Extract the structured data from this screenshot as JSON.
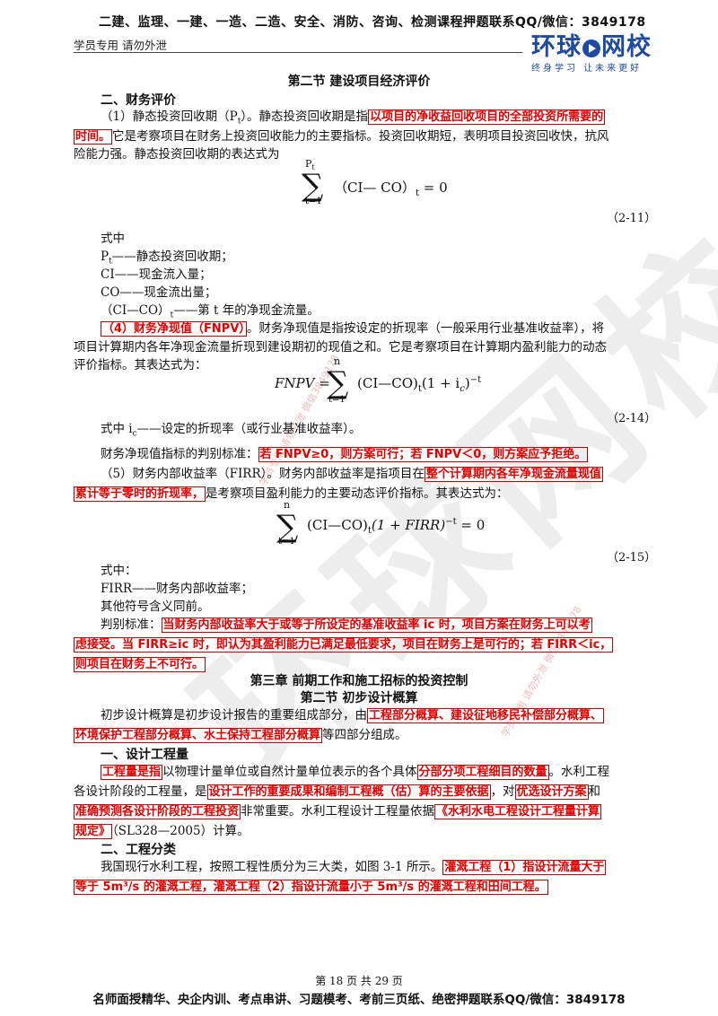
{
  "header": {
    "top_line": "二建、监理、一建、一造、二造、安全、消防、咨询、检测课程押题联系QQ/微信：3849178",
    "sub_line": "学员专用 请勿外泄",
    "logo_name_a": "环球",
    "logo_name_b": "网校",
    "logo_tag": "终身学习 让未来更好"
  },
  "watermark": {
    "big": "环球网校",
    "small1": "学员专用 请勿外泄 微信3849178",
    "small2": "学员专用 请勿外泄 微信3849178"
  },
  "sec_title": "第二节 建设项目经济评价",
  "h_finance": "二、财务评价",
  "p1": {
    "a": "（1）静态投资回收期（P",
    "sub": "t",
    "b": "）。静态投资回收期是指",
    "hl1": "以项目的净收益回收项目的全部投资所需要的",
    "hl2": "时间。",
    "c": "它是考察项目在财务上投资回收能力的主要指标。投资回收期短，表明项目投资回收快，抗风",
    "d": "险能力强。静态投资回收期的表达式为"
  },
  "f1": {
    "upper": "P",
    "upper_sub": "t",
    "lower": "t=1",
    "body": "（CI— CO）",
    "sub": "t",
    "rhs": "= 0",
    "no": "（2-11）"
  },
  "where1": {
    "title": "式中",
    "l1a": "P",
    "l1sub": "t",
    "l1b": "——静态投资回收期；",
    "l2": "CI——现金流入量；",
    "l3": "CO——现金流出量；",
    "l4a": "（CI—CO）",
    "l4sub": "t",
    "l4b": "——第 t 年的净现金流量。"
  },
  "p4": {
    "hl": "（4）财务净现值（FNPV）",
    "a": "。财务净现值是指按设定的折现率（一般采用行业基准收益率），将",
    "b": "项目计算期内各年净现金流量折现到建设期初的现值之和。它是考察项目在计算期内盈利能力的动态",
    "c": "评价指标。其表达式为："
  },
  "f2": {
    "lhs": "FNPV =",
    "upper": "n",
    "lower": "t=1",
    "body": "(CI—CO)",
    "sub": "t",
    "rest": "(1 + i",
    "rest_sub": "c",
    "tail": ")",
    "exp": "−t",
    "no": "（2-14）"
  },
  "where2": {
    "a": "式中 i",
    "sub": "c",
    "b": "——设定的折现率（或行业基准收益率）。"
  },
  "judge1": {
    "a": "财务净现值指标的判别标准：",
    "hl": "若 FNPV≥0，则方案可行；若 FNPV＜0，则方案应予拒绝。"
  },
  "p5": {
    "a": "（5）财务内部收益率（FIRR）。财务内部收益率是指项目在",
    "hl1": "整个计算期内各年净现金流量现值",
    "hl2": "累计等于零时的折现率，",
    "b": "是考察项目盈利能力的主要动态评价指标。其表达式为："
  },
  "f3": {
    "upper": "n",
    "lower": "t=1",
    "body": "(CI—CO)",
    "sub": "t",
    "rest": "(1 + FIRR)",
    "exp": "−t",
    "rhs": "= 0",
    "no": "（2-15）"
  },
  "where3": {
    "title": "式中：",
    "l1": "FIRR——财务内部收益率；",
    "l2": "其他符号含义同前。"
  },
  "judge2": {
    "a": "判别标准：",
    "hl1": "当财务内部收益率大于或等于所设定的基准收益率 ic 时，项目方案在财务上可以考",
    "hl2": "虑接受。当 FIRR≥ic 时，即认为其盈利能力已满足最低要求，项目在财务上是可行的；若 FIRR＜ic，",
    "hl3": "则项目在财务上不可行。"
  },
  "ch3_title": "第三章 前期工作和施工招标的投资控制",
  "ch3_sec": "第二节 初步设计概算",
  "p_est": {
    "a": "初步设计概算是初步设计报告的重要组成部分，由",
    "hl1": "工程部分概算、建设征地移民补偿部分概算、",
    "hl2": "环境保护工程部分概算、水土保持工程部分概算",
    "b": "等四部分组成。"
  },
  "h_qty": "一、设计工程量",
  "p_qty": {
    "hl1": "工程量是指",
    "a": "以物理计量单位或自然计量单位表示的各个具体",
    "hl2": "分部分项工程细目的数量",
    "b": "。水利工程",
    "c": "各设计阶段的工程量，是",
    "hl3": "设计工作的重要成果和编制工程概（估）算的主要依据",
    "d": "，对",
    "hl4": "优选设计方案",
    "e": "和",
    "hl5": "准确预测各设计阶段的工程投资",
    "f": "非常重要。水利工程设计工程量依据",
    "hl6": "《水利水电工程设计工程量计算",
    "hl7": "规定》",
    "g": "（SL328—2005）计算。"
  },
  "h_class": "二、工程分类",
  "p_class": {
    "a": "我国现行水利工程，按照工程性质分为三大类，如图 3-1 所示。",
    "hl1": "灌溉工程（1）指设计流量大于",
    "hl2": "等于 5m³/s 的灌溉工程，灌溉工程（2）指设计流量小于 5m³/s 的灌溉工程和田间工程。"
  },
  "footer": {
    "page": "第 18 页 共 29 页",
    "promo": "名师面授精华、央企内训、考点串讲、习题模考、考前三页纸、绝密押题联系QQ/微信：3849178"
  }
}
